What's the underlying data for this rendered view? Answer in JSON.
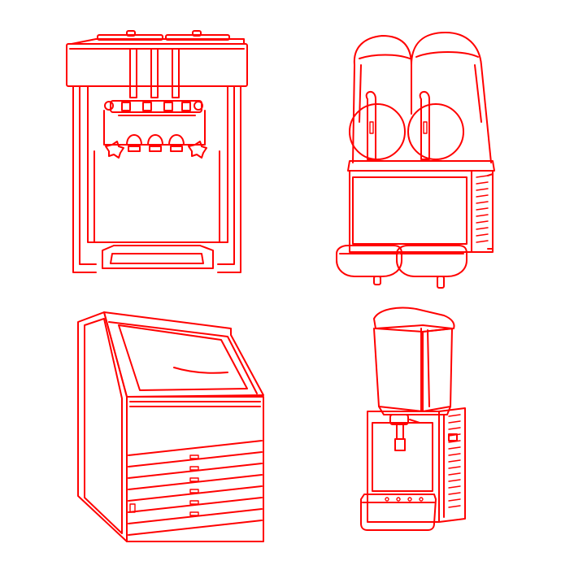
{
  "colors": {
    "line": "#ff0000",
    "background": "#ffffff"
  },
  "icons": [
    {
      "name": "soft-serve-ice-cream-machine-icon",
      "depicts": "soft-serve-machine"
    },
    {
      "name": "slush-machine-icon",
      "depicts": "slush-machine"
    },
    {
      "name": "ice-maker-icon",
      "depicts": "ice-maker"
    },
    {
      "name": "juice-dispenser-icon",
      "depicts": "juice-dispenser"
    }
  ]
}
